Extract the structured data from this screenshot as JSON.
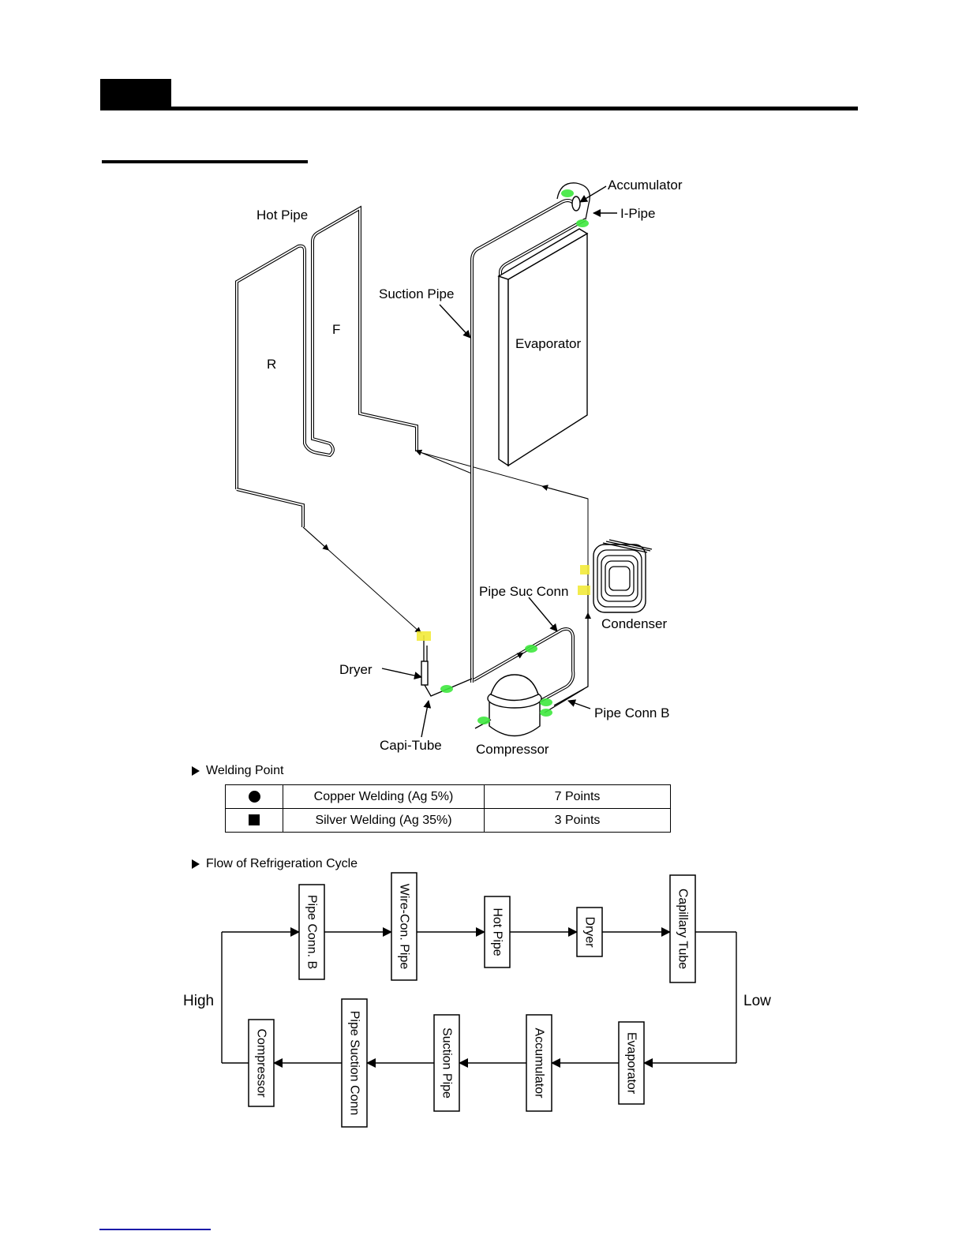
{
  "diagram": {
    "labels": {
      "hot_pipe": "Hot Pipe",
      "r": "R",
      "f": "F",
      "suction_pipe": "Suction Pipe",
      "evaporator": "Evaporator",
      "accumulator": "Accumulator",
      "i_pipe": "I-Pipe",
      "pipe_suc_conn": "Pipe Suc Conn",
      "condenser": "Condenser",
      "dryer": "Dryer",
      "capi_tube": "Capi-Tube",
      "compressor": "Compressor",
      "pipe_conn_b": "Pipe Conn B"
    },
    "weld_colors": {
      "copper": "#3ee83e",
      "silver": "#f2ea3a"
    }
  },
  "welding": {
    "heading": "Welding Point",
    "rows": [
      {
        "symbol": "circle-icon",
        "type": "Copper Welding (Ag 5%)",
        "count": "7 Points"
      },
      {
        "symbol": "square-icon",
        "type": "Silver Welding (Ag 35%)",
        "count": "3 Points"
      }
    ]
  },
  "flow": {
    "heading": "Flow of Refrigeration Cycle",
    "high_label": "High",
    "low_label": "Low",
    "top_row": [
      "Pipe Conn. B",
      "Wire-Con. Pipe",
      "Hot Pipe",
      "Dryer",
      "Capillary Tube"
    ],
    "bottom_row": [
      "Compressor",
      "Pipe Suction Conn",
      "Suction Pipe",
      "Accumulator",
      "Evaporator"
    ]
  }
}
